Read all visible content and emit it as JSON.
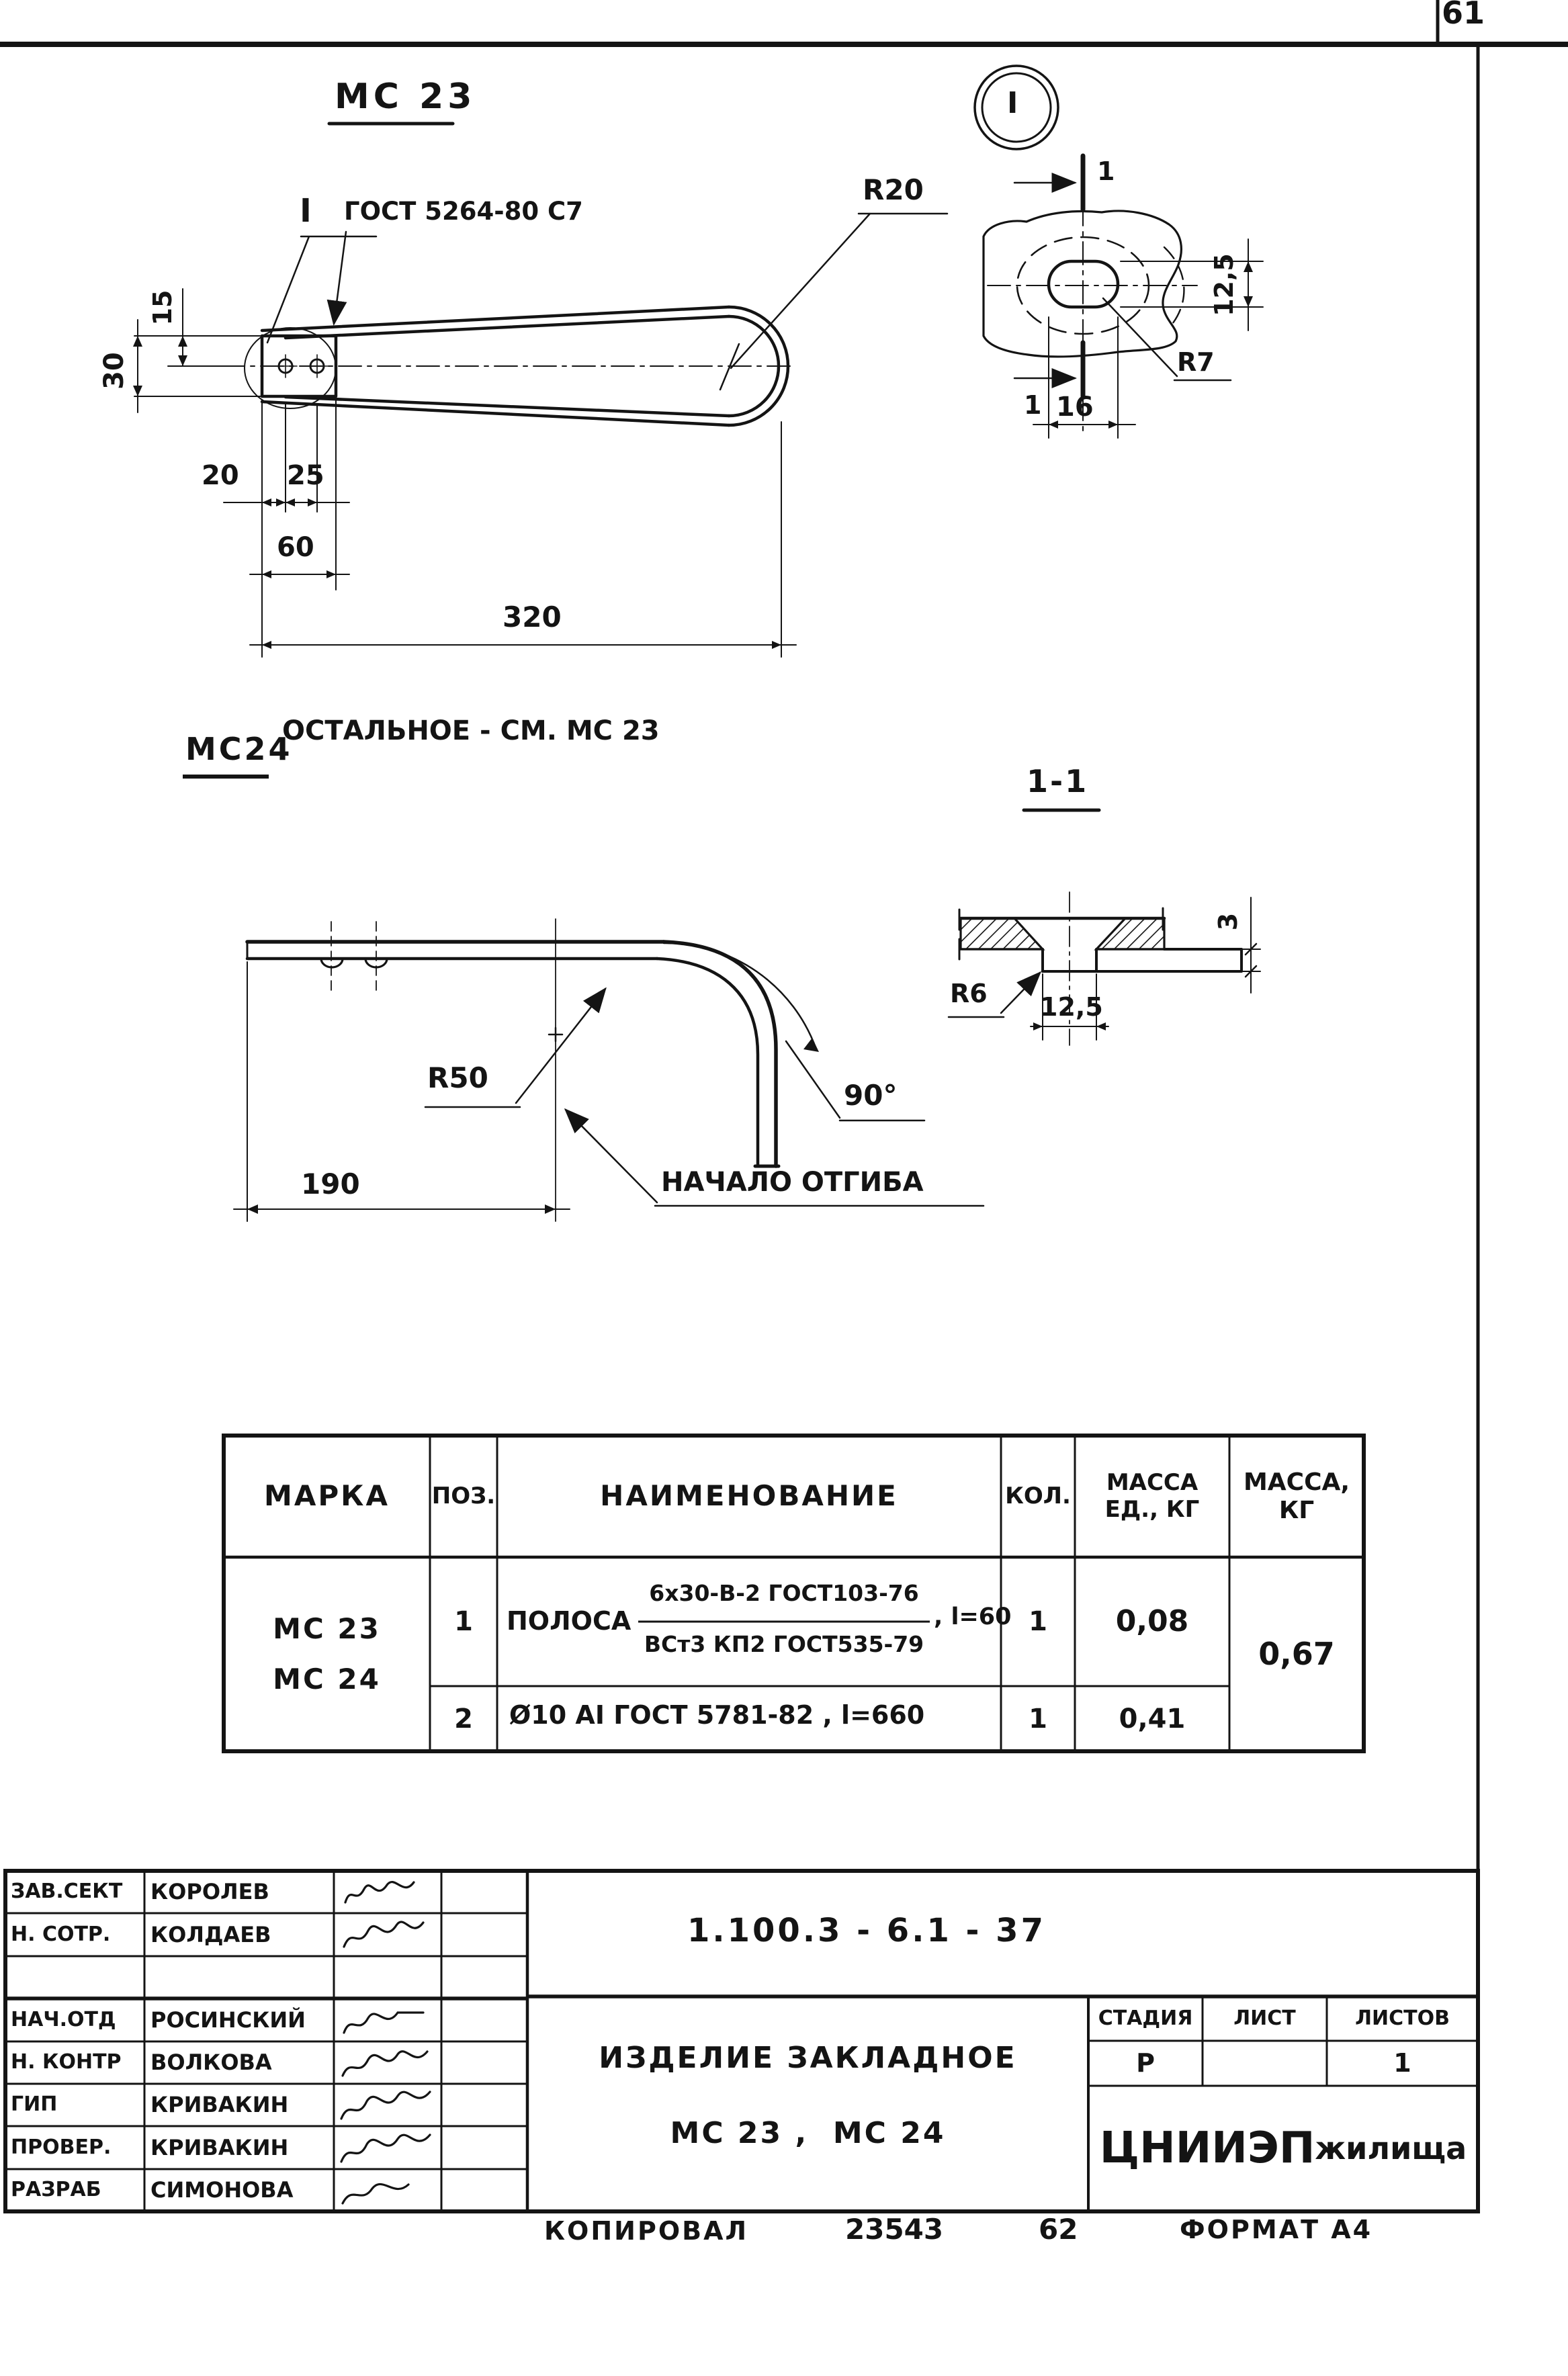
{
  "colors": {
    "ink": "#141414",
    "paper": "#ffffff"
  },
  "page": {
    "sheet_number": "61",
    "footer": {
      "copied_label": "КОПИРОВАЛ",
      "copy_number": "23543",
      "code": "62",
      "format_label": "ФОРМАТ А4"
    }
  },
  "views": {
    "mc23": {
      "title": "МС 23",
      "weld_note": "ГОСТ 5264-80 С7",
      "detail_mark": "I",
      "radius": "R20",
      "dim_15": "15",
      "dim_30": "30",
      "dim_20": "20",
      "dim_25": "25",
      "dim_60": "60",
      "dim_320": "320"
    },
    "detail_i": {
      "bubble": "I",
      "section_mark_top": "1",
      "section_mark_bottom": "1",
      "dim_slot_height": "12,5",
      "dim_slot_width": "16",
      "radius": "R7"
    },
    "mc24": {
      "title": "МС24",
      "note": "ОСТАЛЬНОЕ - СМ. МС 23",
      "radius": "R50",
      "angle": "90°",
      "dim_190": "190",
      "bend_note": "НАЧАЛО ОТГИБА"
    },
    "section11": {
      "title": "1-1",
      "radius": "R6",
      "dim_width": "12,5",
      "dim_thickness": "3"
    }
  },
  "bom": {
    "headers": [
      "МАРКА",
      "ПОЗ.",
      "НАИМЕНОВАНИЕ",
      "КОЛ."
    ],
    "header_mass_unit": {
      "l1": "МАССА",
      "l2": "ЕД., КГ"
    },
    "header_mass_total": {
      "l1": "МАССА,",
      "l2": "КГ"
    },
    "mark_l1": "МС 23",
    "mark_l2": "МС 24",
    "rows": [
      {
        "pos": "1",
        "prefix": "ПОЛОСА",
        "frac_top": "6x30-В-2 ГОСТ103-76",
        "frac_bottom": "ВСт3 КП2 ГОСТ535-79",
        "suffix": ", l=60",
        "qty": "1",
        "unit_mass": "0,08"
      },
      {
        "pos": "2",
        "name": "Ø10 АI  ГОСТ 5781-82 ,  l=660",
        "qty": "1",
        "unit_mass": "0,41"
      }
    ],
    "total_mass": "0,67"
  },
  "title_block": {
    "doc_number": "1.100.3 - 6.1 - 37",
    "product_title_l1": "ИЗДЕЛИЕ ЗАКЛАДНОЕ",
    "product_title_l2": "МС 23 ,  МС 24",
    "org_name": "ЦНИИЭП",
    "org_name2": "жилища",
    "stage_label": "СТАДИЯ",
    "sheet_label": "ЛИСТ",
    "sheets_label": "ЛИСТОВ",
    "stage": "Р",
    "sheet": "",
    "sheets": "1",
    "signatures": [
      {
        "role": "ЗАВ.СЕКТ",
        "name": "КОРОЛЕВ"
      },
      {
        "role": "Н. СОТР.",
        "name": "КОЛДАЕВ"
      },
      {
        "role": "",
        "name": ""
      },
      {
        "role": "НАЧ.ОТД",
        "name": "РОСИНСКИЙ"
      },
      {
        "role": "Н. КОНТР",
        "name": "ВОЛКОВА"
      },
      {
        "role": "ГИП",
        "name": "КРИВАКИН"
      },
      {
        "role": "ПРОВЕР.",
        "name": "КРИВАКИН"
      },
      {
        "role": "РАЗРАБ",
        "name": "СИМОНОВА"
      }
    ]
  }
}
